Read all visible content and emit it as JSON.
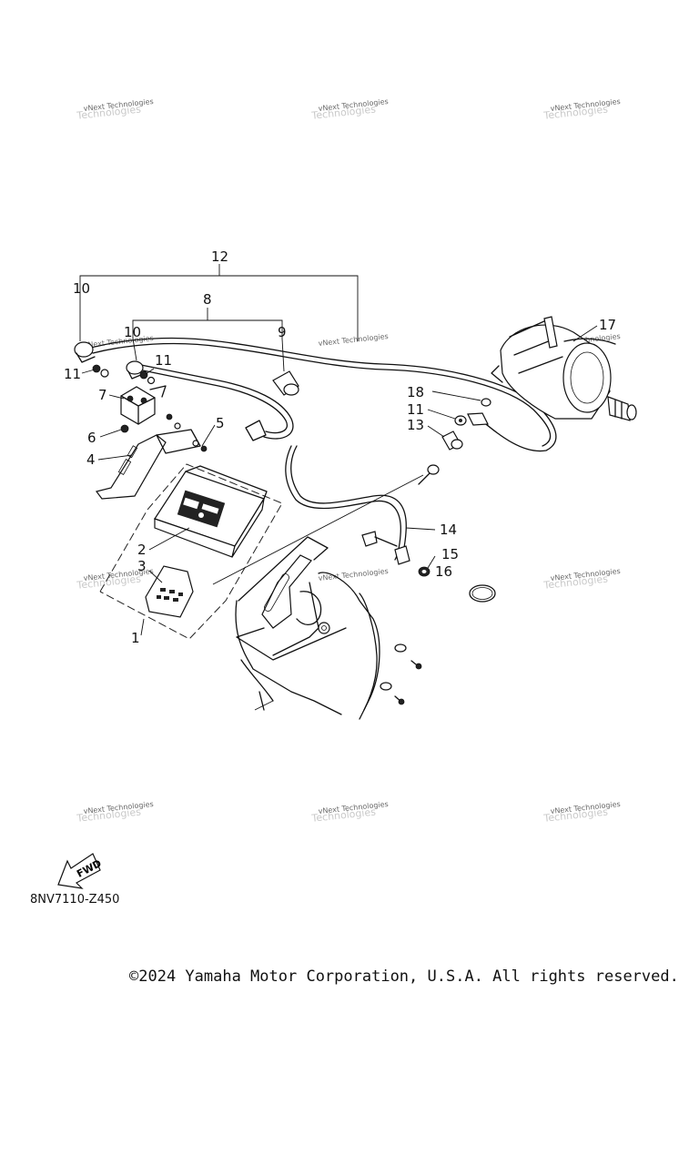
{
  "watermark": "vNext Technologies",
  "callouts": {
    "c1": "1",
    "c2": "2",
    "c3": "3",
    "c4": "4",
    "c5": "5",
    "c6": "6",
    "c7": "7",
    "c8": "8",
    "c9": "9",
    "c10a": "10",
    "c10b": "10",
    "c11a": "11",
    "c11b": "11",
    "c11c": "11",
    "c12": "12",
    "c13": "13",
    "c14": "14",
    "c15": "15",
    "c16": "16",
    "c17": "17",
    "c18": "18"
  },
  "fwd_label": "FWD",
  "diagram_code": "8NV7110-Z450",
  "copyright": "©2024 Yamaha Motor Corporation, U.S.A. All rights reserved."
}
